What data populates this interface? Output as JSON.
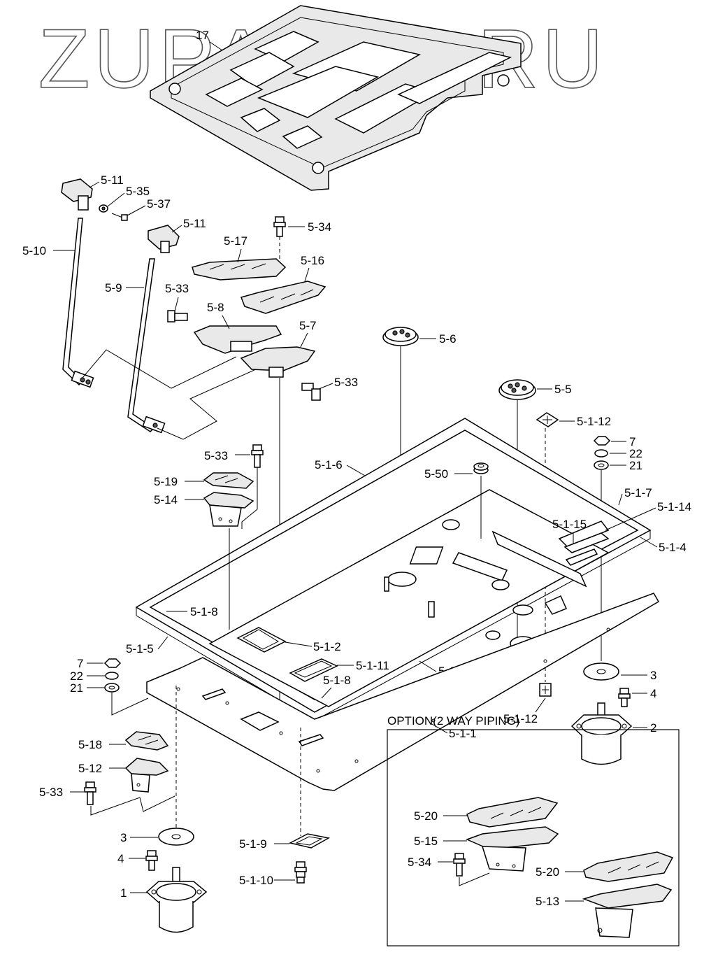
{
  "watermark": "ZUPAVTO.RU",
  "option_box": {
    "title": "OPTION(2 WAY PIPING)"
  },
  "labels": {
    "p17": "17",
    "p5_11a": "5-11",
    "p5_35": "5-35",
    "p5_37": "5-37",
    "p5_11b": "5-11",
    "p5_34a": "5-34",
    "p5_10": "5-10",
    "p5_17": "5-17",
    "p5_16": "5-16",
    "p5_9": "5-9",
    "p5_33a": "5-33",
    "p5_8": "5-8",
    "p5_7": "5-7",
    "p5_6": "5-6",
    "p5_33b": "5-33",
    "p5_5": "5-5",
    "p5_1_12a": "5-1-12",
    "p5_33c": "5-33",
    "p7a": "7",
    "p22a": "22",
    "p21a": "21",
    "p5_1_6": "5-1-6",
    "p5_50": "5-50",
    "p5_19": "5-19",
    "p5_1_7": "5-1-7",
    "p5_1_14": "5-1-14",
    "p5_14": "5-14",
    "p5_1_15": "5-1-15",
    "p5_1_4": "5-1-4",
    "p5_1_8a": "5-1-8",
    "p5_1_5": "5-1-5",
    "p5_1_2": "5-1-2",
    "p7b": "7",
    "p5_1_11": "5-1-11",
    "p22b": "22",
    "p5_1_3": "5-1-3",
    "p3a": "3",
    "p21b": "21",
    "p5_1_8b": "5-1-8",
    "p4a": "4",
    "p5_1_12b": "5-1-12",
    "p5_1_1": "5-1-1",
    "p2": "2",
    "p5_18": "5-18",
    "p5_12": "5-12",
    "p5_33d": "5-33",
    "p5_20a": "5-20",
    "p3b": "3",
    "p5_15": "5-15",
    "p5_1_9": "5-1-9",
    "p5_34b": "5-34",
    "p4b": "4",
    "p5_20b": "5-20",
    "p5_1_10": "5-1-10",
    "p1": "1",
    "p5_13": "5-13"
  }
}
